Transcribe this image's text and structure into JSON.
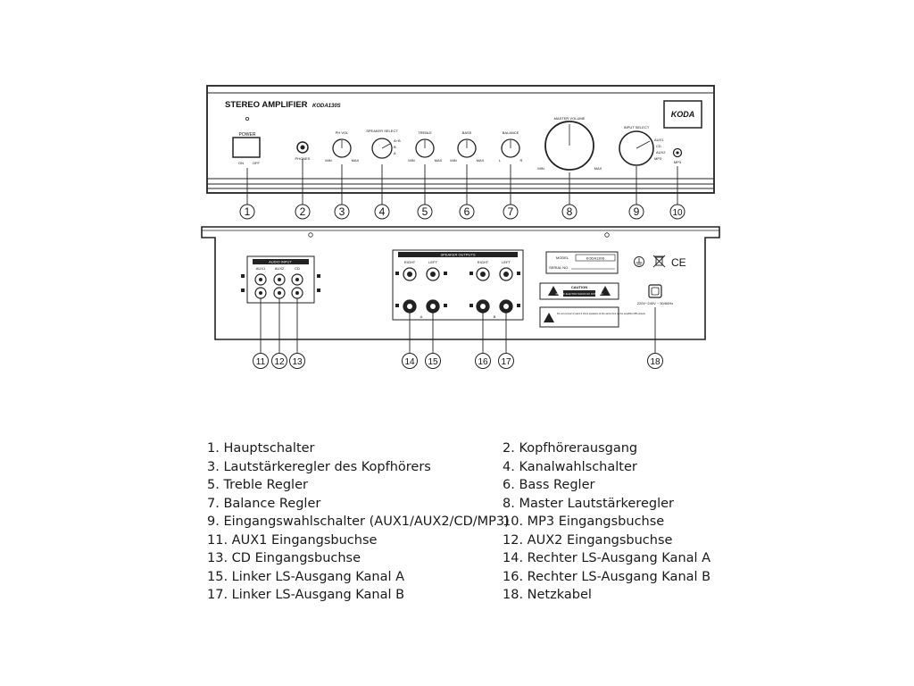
{
  "front_panel": {
    "title": "STEREO AMPLIFIER",
    "model": "KODA130S",
    "brand": "KODA",
    "power_label": "POWER",
    "power_on": "ON",
    "power_off": "OFF",
    "phones_label": "PHONES",
    "headphone_volume_label": "PH VOL",
    "speaker_select_label": "SPEAKER SELECT",
    "speaker_select_options": [
      "A+B",
      "B",
      "A"
    ],
    "treble_label": "TREBLE",
    "bass_label": "BASS",
    "balance_label": "BALANCE",
    "master_volume_label": "MASTER VOLUME",
    "input_select_label": "INPUT SELECT",
    "input_select_options": [
      "AUX1",
      "CD",
      "AUX2",
      "MP3"
    ],
    "min_label": "MIN",
    "max_label": "MAX",
    "balance_l": "L",
    "balance_r": "R",
    "mp3_label": "MP3"
  },
  "rear_panel": {
    "audio_input_label": "AUDIO INPUT",
    "aux1_label": "AUX1",
    "aux2_label": "AUX2",
    "cd_label": "CD",
    "speaker_outputs_label": "SPEAKER OUTPUTS",
    "right_label": "RIGHT",
    "left_label": "LEFT",
    "out_a_label": "A",
    "out_b_label": "B",
    "model_label": "MODEL",
    "model_value": "KODA130S",
    "serial_label": "SERIAL NO.",
    "caution_label": "CAUTION",
    "caution_text": "RISK OF ELECTRIC SHOCK DO NOT OPEN",
    "warning_text": "Do not connect 2 pairs 4 ohms speakers at the same time on the amplifier A/B outputs.",
    "power_spec": "220V~240V ~ 50/60Hz",
    "ce_mark": "CE"
  },
  "callouts": [
    "1",
    "2",
    "3",
    "4",
    "5",
    "6",
    "7",
    "8",
    "9",
    "10",
    "11",
    "12",
    "13",
    "14",
    "15",
    "16",
    "17",
    "18"
  ],
  "legend": [
    "1. Hauptschalter",
    "2. Kopfhörerausgang",
    "3. Lautstärkeregler des Kopfhörers",
    "4. Kanalwahlschalter",
    "5. Treble Regler",
    "6. Bass Regler",
    "7. Balance Regler",
    "8. Master Lautstärkeregler",
    "9. Eingangswahlschalter (AUX1/AUX2/CD/MP3)",
    "10. MP3 Eingangsbuchse",
    "11. AUX1 Eingangsbuchse",
    "12. AUX2 Eingangsbuchse",
    "13. CD Eingangsbuchse",
    "14. Rechter LS-Ausgang Kanal A",
    "15. Linker LS-Ausgang Kanal A",
    "16. Rechter LS-Ausgang Kanal B",
    "17. Linker LS-Ausgang Kanal B",
    "18. Netzkabel"
  ]
}
